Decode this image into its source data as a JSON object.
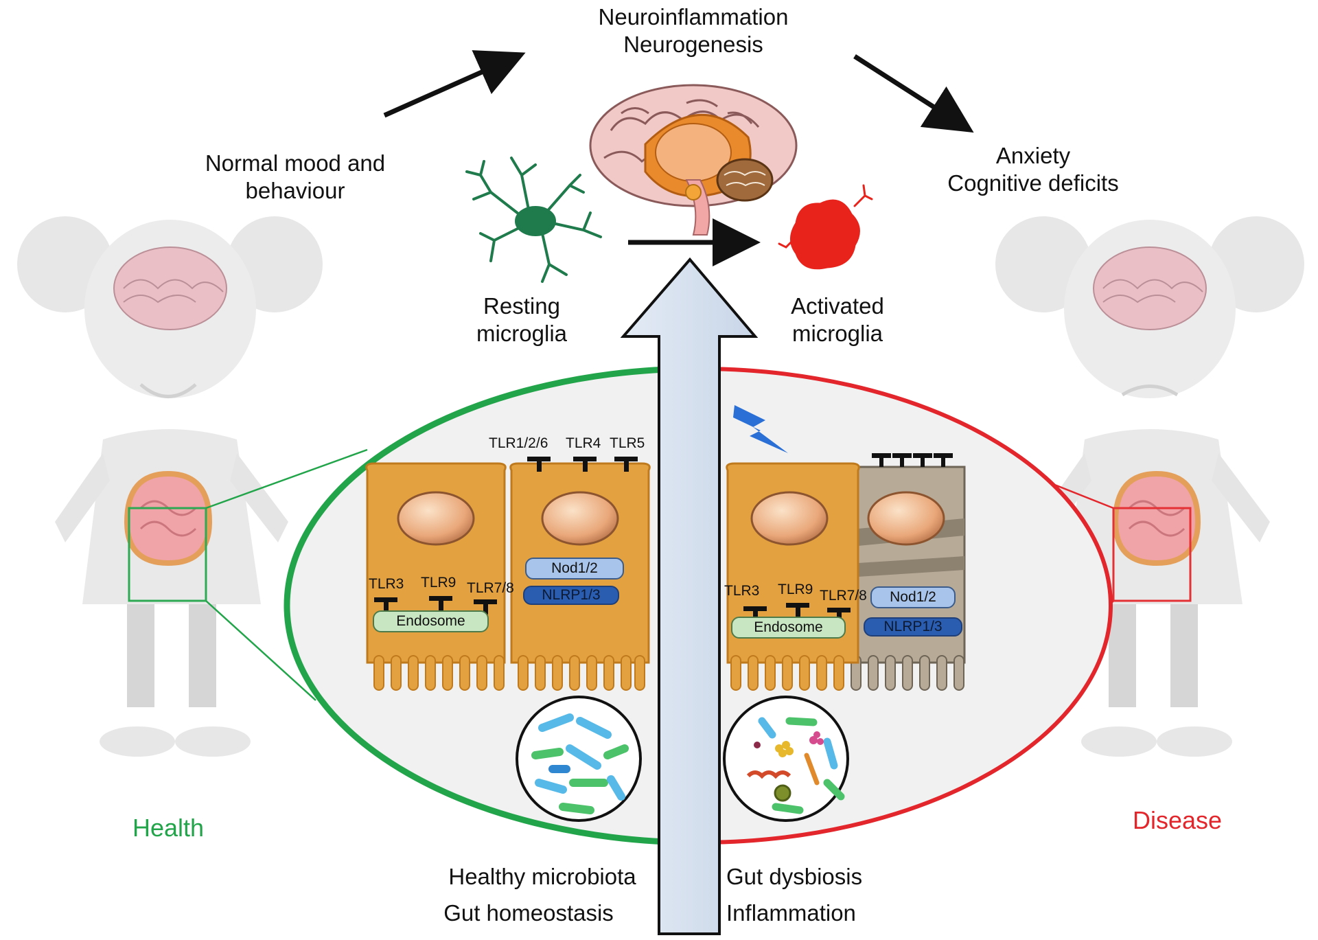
{
  "top": {
    "line1": "Neuroinflammation",
    "line2": "Neurogenesis"
  },
  "left_outcome": {
    "line1": "Normal mood and",
    "line2": "behaviour"
  },
  "right_outcome": {
    "line1": "Anxiety",
    "line2": "Cognitive deficits"
  },
  "resting": {
    "line1": "Resting",
    "line2": "microglia"
  },
  "activated": {
    "line1": "Activated",
    "line2": "microglia"
  },
  "health_label": "Health",
  "disease_label": "Disease",
  "healthy_cell": {
    "tlr_apical": [
      "TLR1/2/6",
      "TLR4",
      "TLR5"
    ],
    "tlr_endo": [
      "TLR3",
      "TLR9",
      "TLR7/8"
    ],
    "endosome": "Endosome",
    "nod": "Nod1/2",
    "nlrp": "NLRP1/3"
  },
  "disease_cell": {
    "tlr_endo": [
      "TLR3",
      "TLR9",
      "TLR7/8"
    ],
    "endosome": "Endosome",
    "nod": "Nod1/2",
    "nlrp": "NLRP1/3"
  },
  "bottom_left": {
    "line1": "Healthy microbiota",
    "line2": "Gut homeostasis"
  },
  "bottom_right": {
    "line1": "Gut dysbiosis",
    "line2": "Inflammation"
  },
  "colors": {
    "health": "#22a54a",
    "disease": "#e3262b",
    "cell": "#e3a13f",
    "up_arrow": "#d6e0ef",
    "microglia_rest": "#1f7a4c",
    "microglia_active": "#e8231c",
    "nod": "#a9c4ea",
    "nlrp": "#2a5db0",
    "endosome": "#c9e6c3"
  },
  "icons": [
    "brain-icon",
    "resting-microglia-icon",
    "activated-microglia-icon",
    "girl-healthy-icon",
    "girl-sick-icon",
    "bacteria-healthy-icon",
    "bacteria-dysbiosis-icon",
    "lightning-icon"
  ]
}
